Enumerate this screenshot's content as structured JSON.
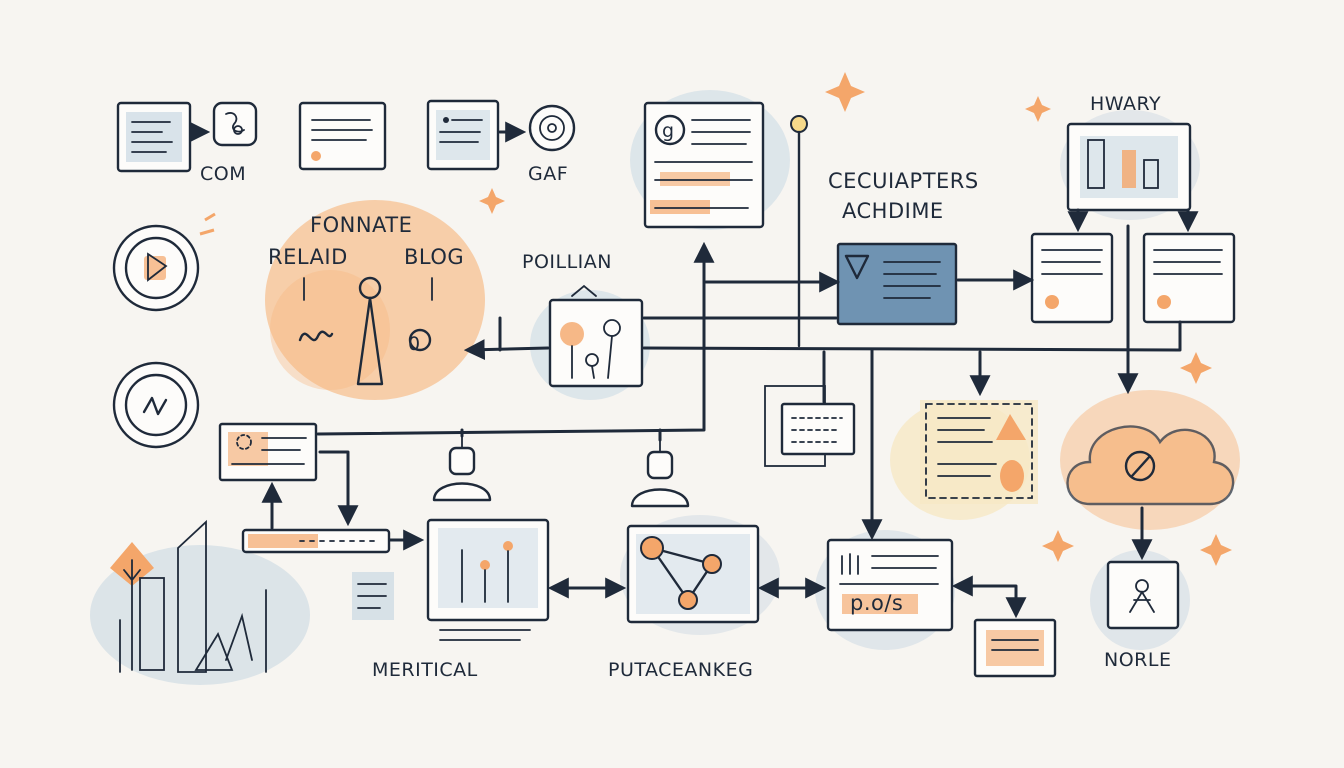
{
  "colors": {
    "ink": "#1f2a3a",
    "orange_wash": "#f6b47a",
    "blue_wash": "#c9d8e3",
    "blue_card": "#6f93b2",
    "cream_card": "#f6e8c6",
    "background": "#f7f5f1"
  },
  "labels": {
    "com": "COM",
    "gaf": "GAF",
    "fonnate": "FONNATE",
    "relaid": "RELAID",
    "blog": "BLOG",
    "poillian": "POILLIAN",
    "cecuiapters": "CECUIAPTERS",
    "achdime": "ACHDIME",
    "hwary": "HWARY",
    "merital": "MERITICAL",
    "putaceankeg": "PUTACEANKEG",
    "norle": "NORLE"
  },
  "icons": [
    "document-icon",
    "link-icon",
    "target-icon",
    "play-icon",
    "wave-icon",
    "user-icon",
    "sparkle-icon",
    "cloud-icon",
    "person-icon",
    "network-icon",
    "chart-icon",
    "warning-icon",
    "antenna-icon",
    "city-icon"
  ]
}
